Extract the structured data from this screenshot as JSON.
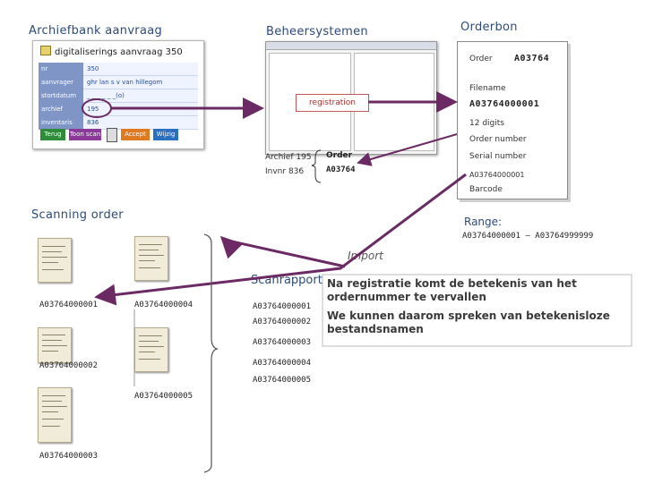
{
  "headings": {
    "archiefbank": "Archiefbank aanvraag",
    "beheersystemen": "Beheersystemen",
    "orderbon": "Orderbon",
    "scanning_order": "Scanning order"
  },
  "form": {
    "title": "digitaliserings aanvraag 350",
    "rows": [
      {
        "label": "nr",
        "value": "350"
      },
      {
        "label": "aanvrager",
        "value": "ghr lan s v van hillegom"
      },
      {
        "label": "stortdatum",
        "value": "_ _ _ _ _ _(o)"
      },
      {
        "label": "archief",
        "value": "195"
      },
      {
        "label": "inventaris",
        "value": "836"
      }
    ],
    "buttons": [
      {
        "label": "Terug",
        "color": "#2e8b3a"
      },
      {
        "label": "Toon scan",
        "color": "#8b3a9a"
      },
      {
        "label": "Accept",
        "color": "#e07a20"
      },
      {
        "label": "Wijzig",
        "color": "#2a6fc0"
      }
    ]
  },
  "beheer": {
    "registration_label": "registration"
  },
  "order_block": {
    "archief": "Archief 195",
    "invnr": "Invnr 836",
    "order_label": "Order",
    "order_value": "A03764"
  },
  "orderbon": {
    "order_label": "Order",
    "order_value": "A03764",
    "filename_label": "Filename",
    "filename_value": "A03764000001",
    "digits": "12 digits",
    "order_number": "Order number",
    "serial_number": "Serial number",
    "barcode_value": "A03764000001",
    "barcode_label": "Barcode"
  },
  "range": {
    "label": "Range:",
    "value": "A03764000001 – A03764999999"
  },
  "import_label": "Import",
  "scanrapport": {
    "title": "Scanrapport",
    "items": [
      "A03764000001",
      "A03764000002",
      "A03764000003",
      "A03764000004",
      "A03764000005"
    ]
  },
  "documents": {
    "labels": [
      "A03764000001",
      "A03764000004",
      "A03764000002",
      "A03764000005",
      "A03764000003"
    ]
  },
  "note": {
    "line1": "Na registratie komt de betekenis van het ordernummer te vervallen",
    "line2": "We kunnen daarom spreken van betekenisloze bestandsnamen"
  },
  "colors": {
    "arrow": "#6b2a63",
    "heading": "#2c4a7a"
  }
}
